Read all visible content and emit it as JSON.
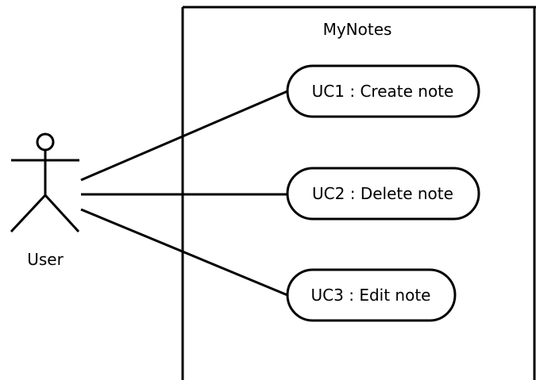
{
  "diagram": {
    "system_name": "MyNotes",
    "actor": {
      "label": "User"
    },
    "use_cases": [
      {
        "label": "UC1 : Create note"
      },
      {
        "label": "UC2 : Delete note"
      },
      {
        "label": "UC3 : Edit note"
      }
    ]
  },
  "colors": {
    "line": "#000000",
    "background": "#ffffff"
  }
}
